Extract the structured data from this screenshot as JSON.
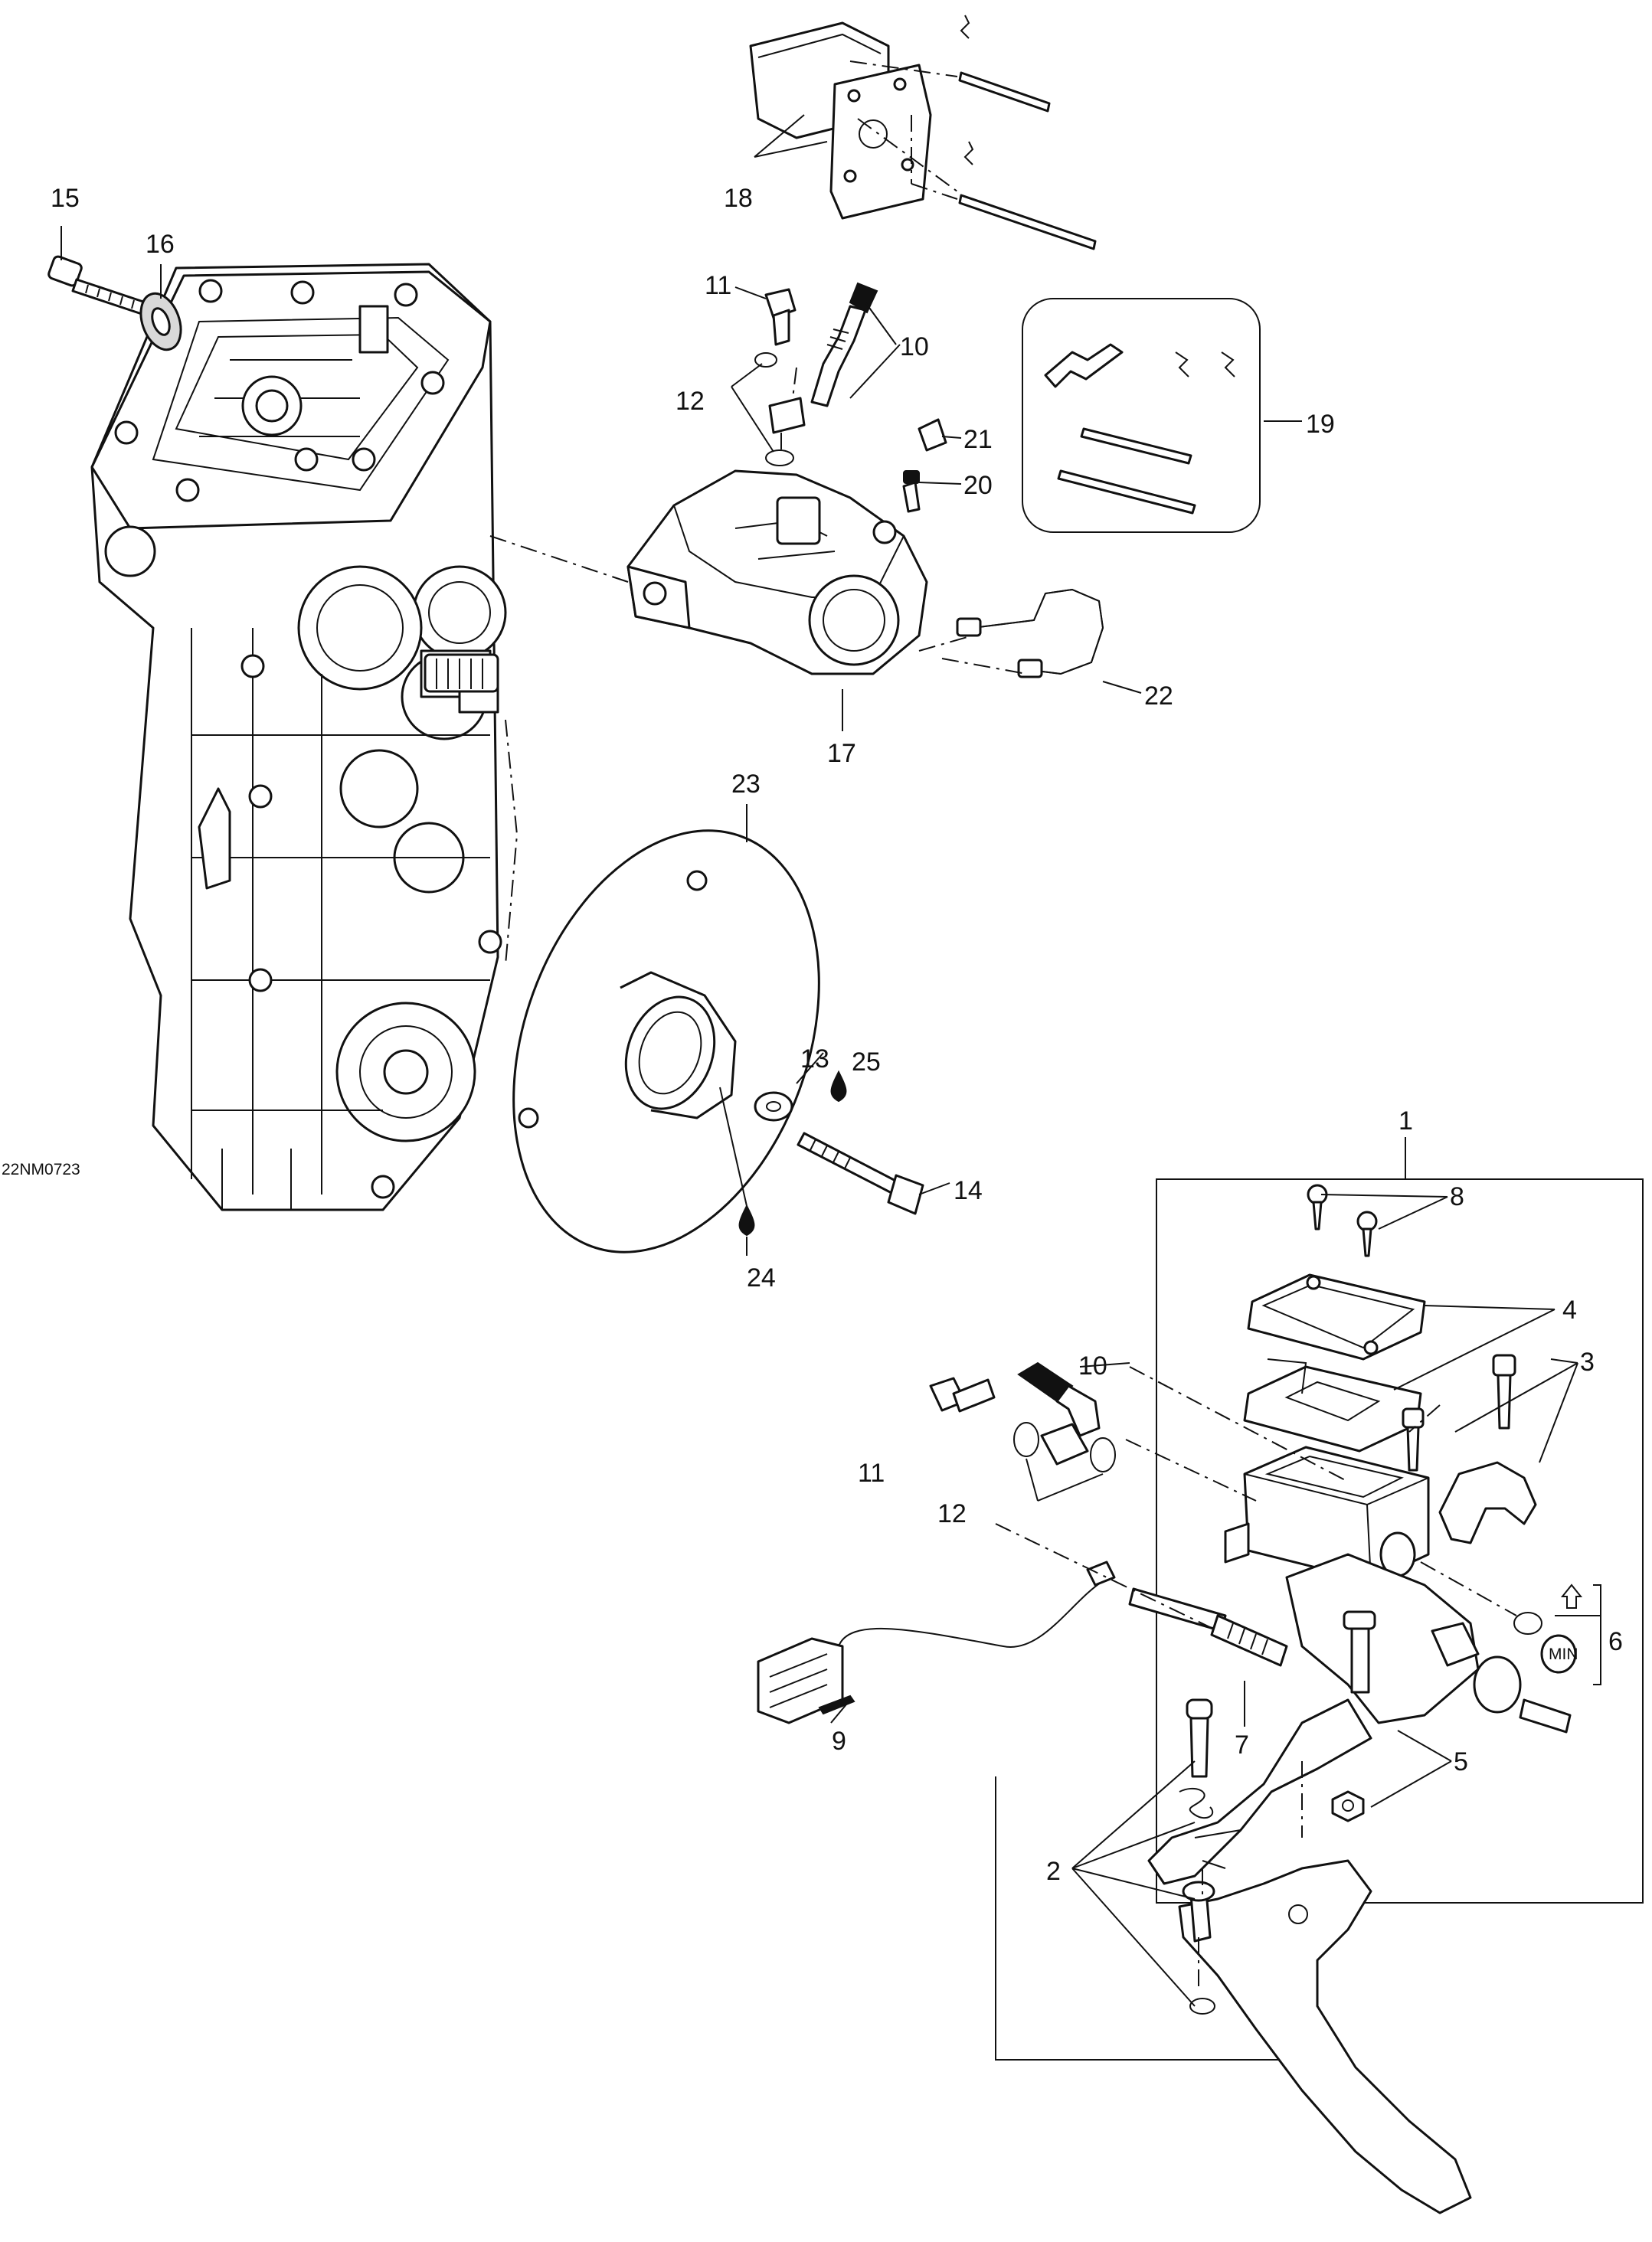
{
  "figure_code": "22NM0723",
  "callouts": [
    {
      "id": "c1",
      "text": "1"
    },
    {
      "id": "c2",
      "text": "2"
    },
    {
      "id": "c3",
      "text": "3"
    },
    {
      "id": "c4",
      "text": "4"
    },
    {
      "id": "c5",
      "text": "5"
    },
    {
      "id": "c6",
      "text": "6"
    },
    {
      "id": "c7",
      "text": "7"
    },
    {
      "id": "c8",
      "text": "8"
    },
    {
      "id": "c9",
      "text": "9"
    },
    {
      "id": "c10a",
      "text": "10"
    },
    {
      "id": "c10b",
      "text": "10"
    },
    {
      "id": "c11a",
      "text": "11"
    },
    {
      "id": "c11b",
      "text": "11"
    },
    {
      "id": "c12a",
      "text": "12"
    },
    {
      "id": "c12b",
      "text": "12"
    },
    {
      "id": "c13",
      "text": "13"
    },
    {
      "id": "c14",
      "text": "14"
    },
    {
      "id": "c15",
      "text": "15"
    },
    {
      "id": "c16",
      "text": "16"
    },
    {
      "id": "c17",
      "text": "17"
    },
    {
      "id": "c18",
      "text": "18"
    },
    {
      "id": "c19",
      "text": "19"
    },
    {
      "id": "c20",
      "text": "20"
    },
    {
      "id": "c21",
      "text": "21"
    },
    {
      "id": "c22",
      "text": "22"
    },
    {
      "id": "c23",
      "text": "23"
    },
    {
      "id": "c24",
      "text": "24"
    },
    {
      "id": "c25",
      "text": "25"
    }
  ],
  "reservoir_window_text": "MIN",
  "colors": {
    "line": "#111111",
    "background": "#ffffff",
    "shade": "#d9d9d9"
  }
}
